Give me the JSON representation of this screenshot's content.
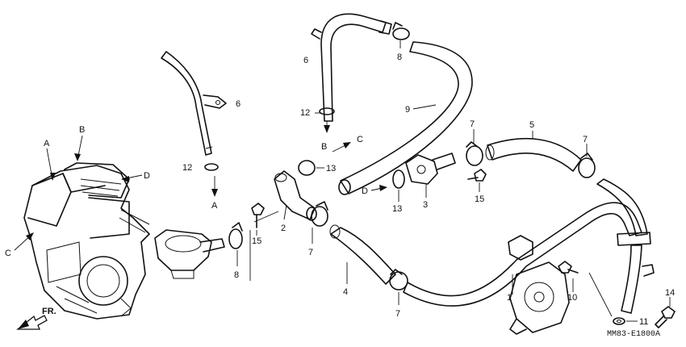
{
  "diagram": {
    "code": "MM83-E1800A",
    "front_label": "FR.",
    "callouts": [
      {
        "id": "c1",
        "text": "1"
      },
      {
        "id": "c2",
        "text": "2"
      },
      {
        "id": "c3",
        "text": "3"
      },
      {
        "id": "c4",
        "text": "4"
      },
      {
        "id": "c5",
        "text": "5"
      },
      {
        "id": "c6a",
        "text": "6"
      },
      {
        "id": "c6b",
        "text": "6"
      },
      {
        "id": "c7a",
        "text": "7"
      },
      {
        "id": "c7b",
        "text": "7"
      },
      {
        "id": "c7c",
        "text": "7"
      },
      {
        "id": "c7d",
        "text": "7"
      },
      {
        "id": "c8a",
        "text": "8"
      },
      {
        "id": "c8b",
        "text": "8"
      },
      {
        "id": "c9",
        "text": "9"
      },
      {
        "id": "c10",
        "text": "10"
      },
      {
        "id": "c11",
        "text": "11"
      },
      {
        "id": "c12a",
        "text": "12"
      },
      {
        "id": "c12b",
        "text": "12"
      },
      {
        "id": "c13a",
        "text": "13"
      },
      {
        "id": "c13b",
        "text": "13"
      },
      {
        "id": "c14",
        "text": "14"
      },
      {
        "id": "c15a",
        "text": "15"
      },
      {
        "id": "c15b",
        "text": "15"
      }
    ],
    "refs": [
      {
        "id": "rA1",
        "text": "A"
      },
      {
        "id": "rB1",
        "text": "B"
      },
      {
        "id": "rC1",
        "text": "C"
      },
      {
        "id": "rD1",
        "text": "D"
      },
      {
        "id": "rA2",
        "text": "A"
      },
      {
        "id": "rB2",
        "text": "B"
      },
      {
        "id": "rC2",
        "text": "C"
      },
      {
        "id": "rD2",
        "text": "D"
      }
    ]
  }
}
